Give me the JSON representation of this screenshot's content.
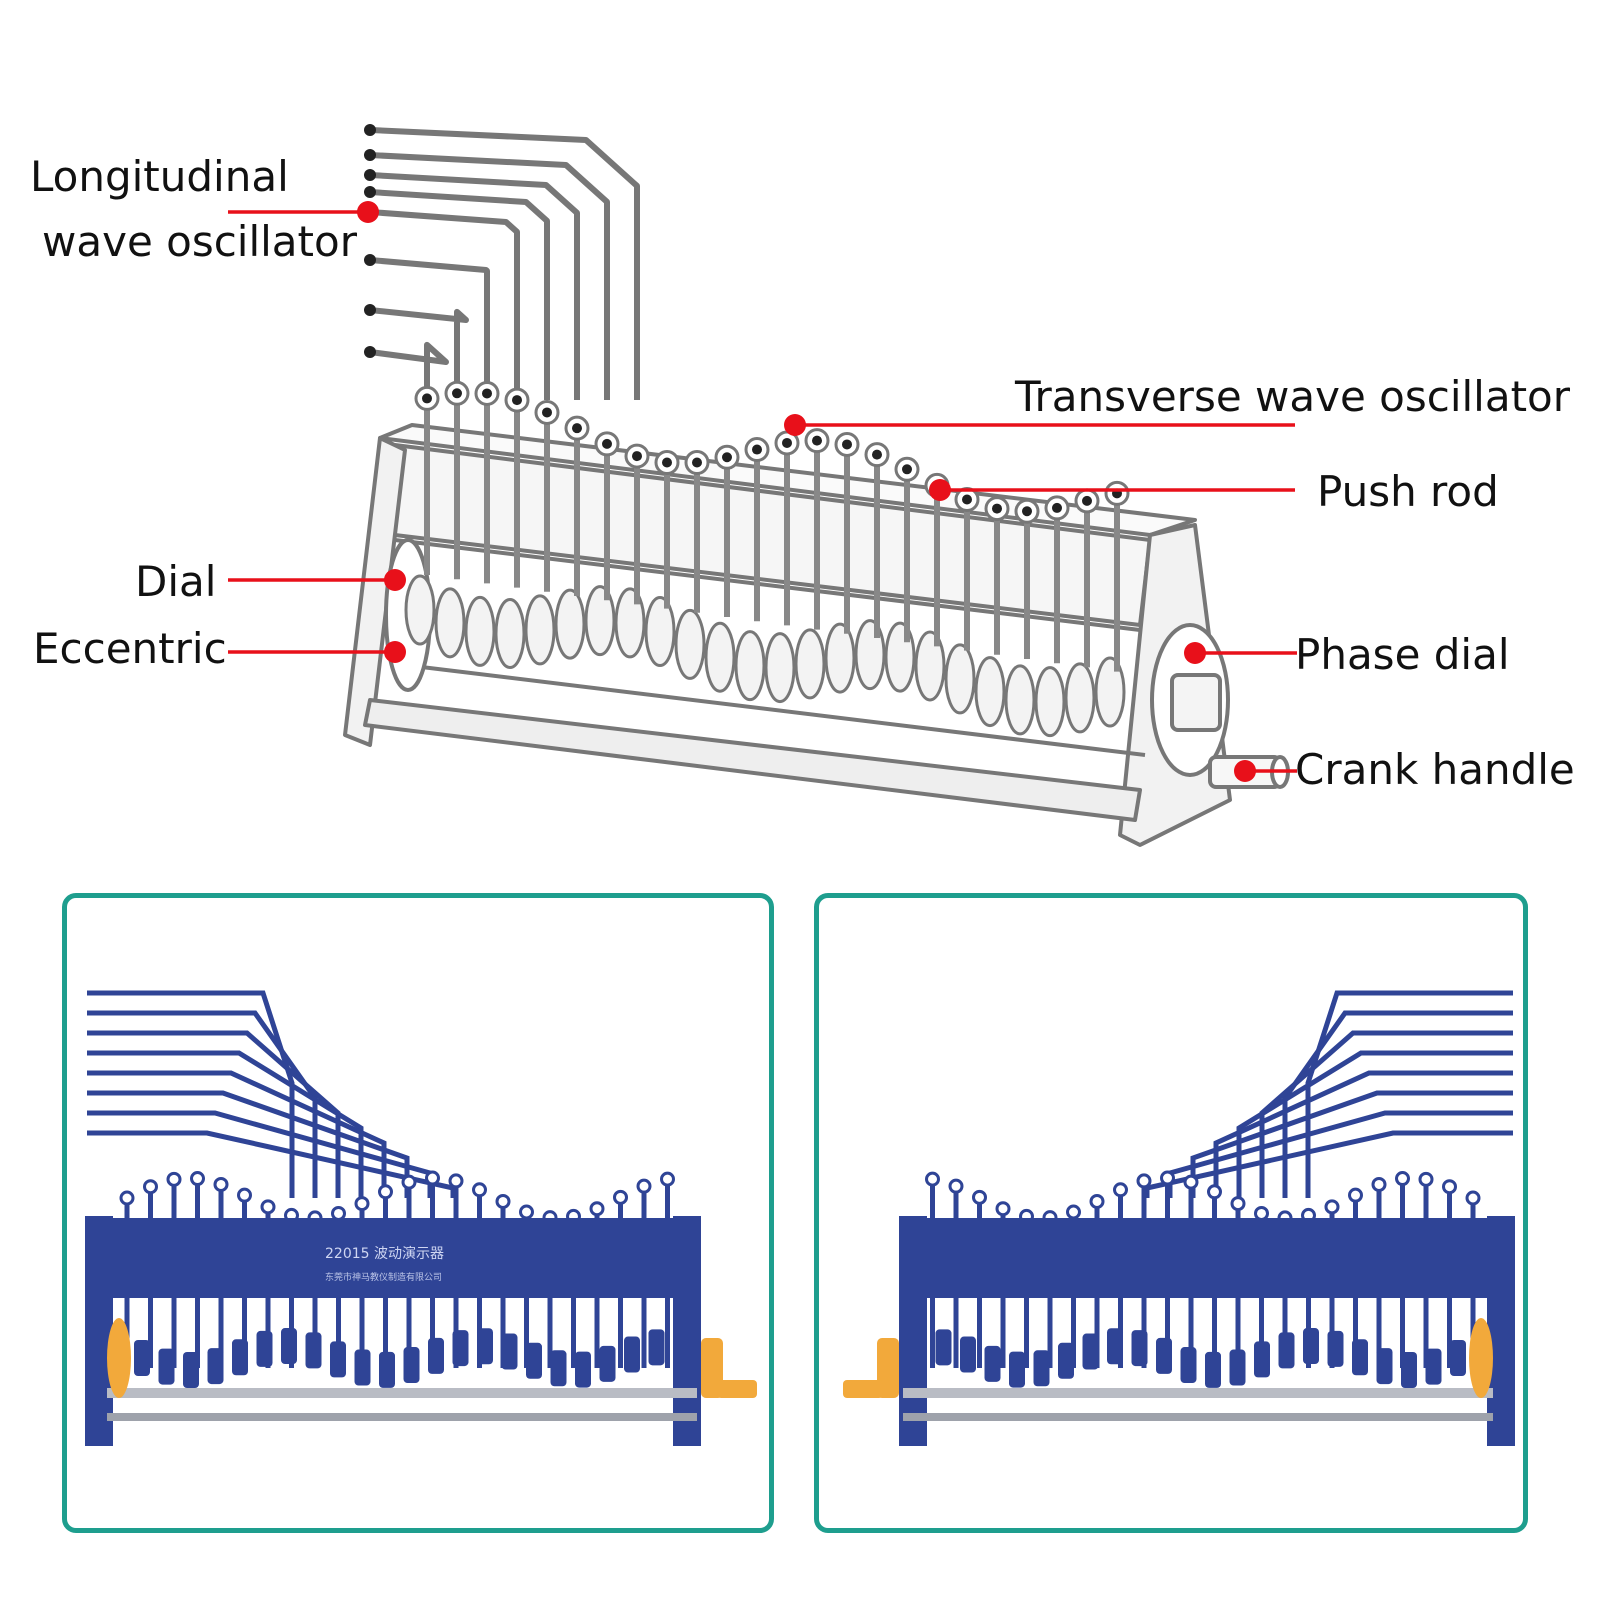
{
  "callouts": {
    "longitudinal_line1": "Longitudinal",
    "longitudinal_line2": "wave oscillator",
    "transverse": "Transverse wave oscillator",
    "push_rod": "Push rod",
    "dial": "Dial",
    "eccentric": "Eccentric",
    "phase_dial": "Phase dial",
    "crank_handle": "Crank handle"
  },
  "photos": {
    "left_device_label": "22015 波动演示器",
    "left_device_sublabel": "东莞市神马教仪制造有限公司"
  },
  "colors": {
    "callout": "#e8101a",
    "frame": "#1e9e8e",
    "device_blue": "#2f4496",
    "handle_orange": "#f2a93b",
    "line_drawing": "#777777"
  }
}
